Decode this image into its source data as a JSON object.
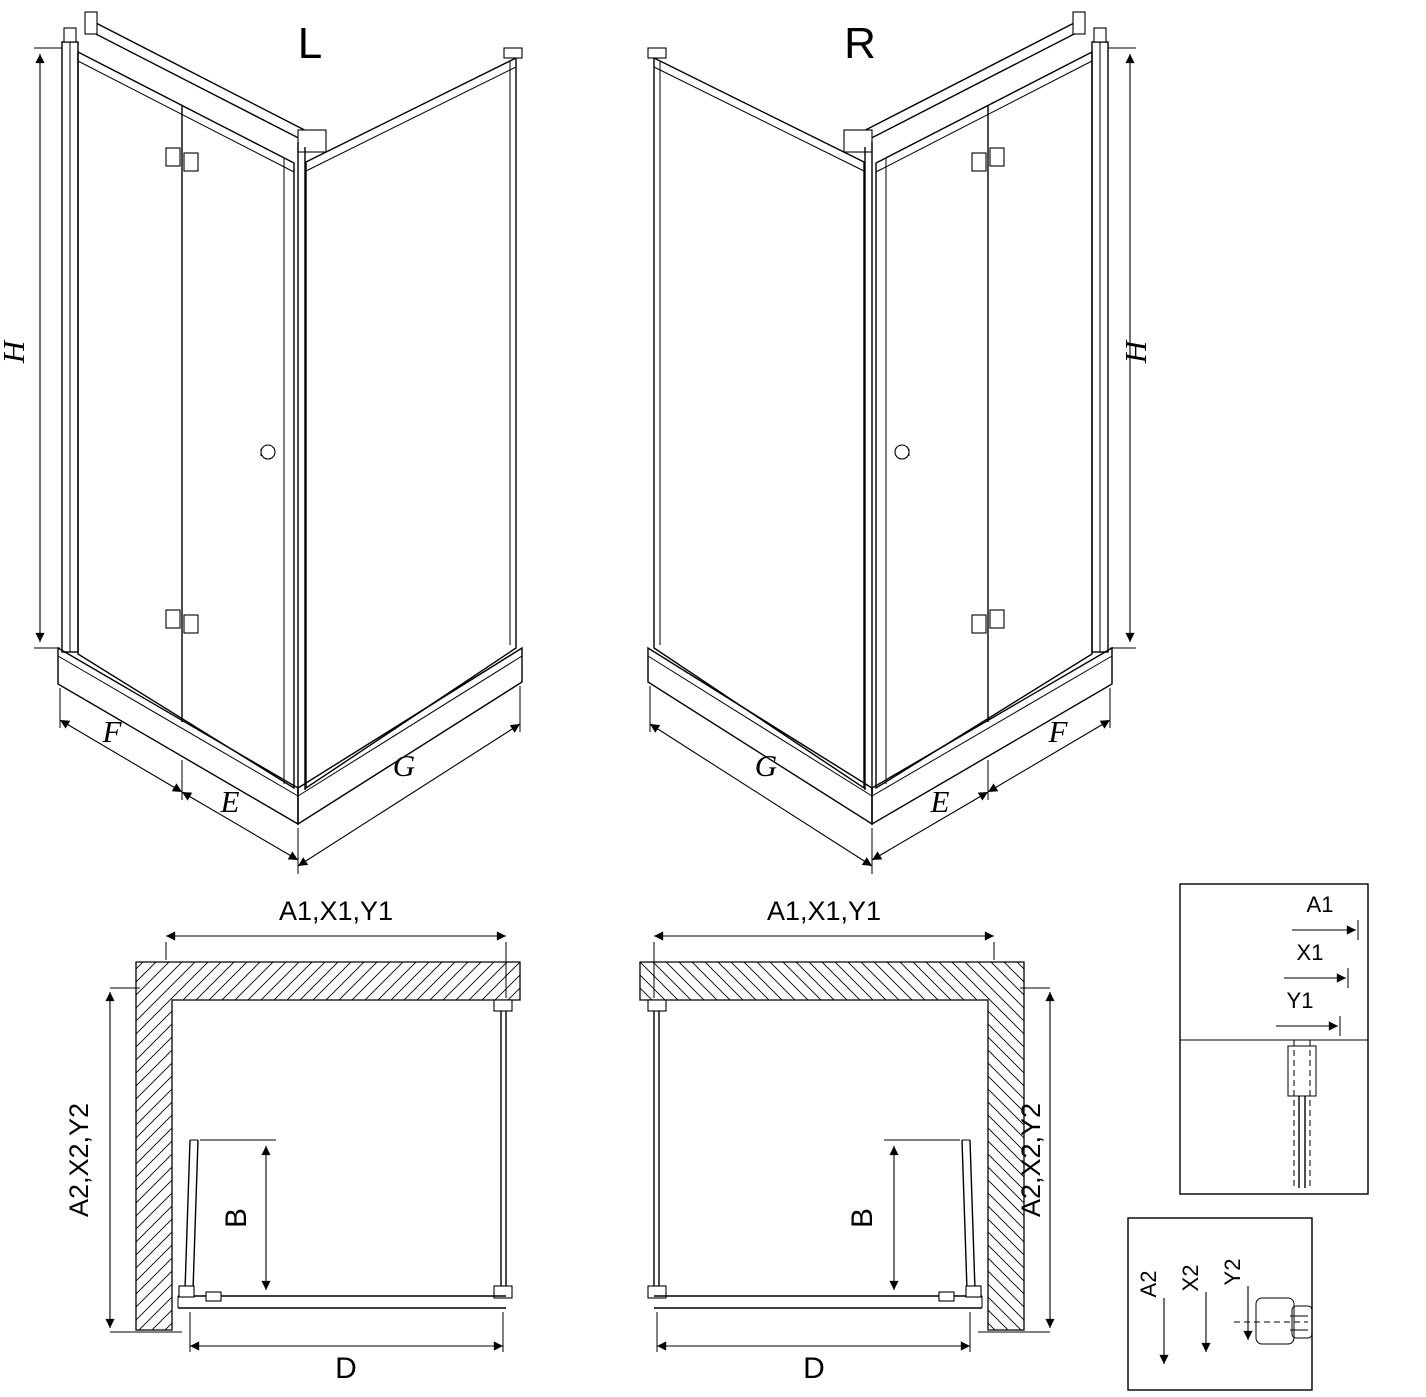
{
  "drawing": {
    "background_color": "#ffffff",
    "line_color": "#000000"
  },
  "iso_left": {
    "title": "L",
    "dim_height": "H",
    "dim_front_outer": "F",
    "dim_front_inner": "E",
    "dim_side": "G"
  },
  "iso_right": {
    "title": "R",
    "dim_height": "H",
    "dim_front_outer": "F",
    "dim_front_inner": "E",
    "dim_side": "G"
  },
  "plan_left": {
    "dim_top": "A1,X1,Y1",
    "dim_side": "A2,X2,Y2",
    "dim_door": "B",
    "dim_width": "D"
  },
  "plan_right": {
    "dim_top": "A1,X1,Y1",
    "dim_side": "A2,X2,Y2",
    "dim_door": "B",
    "dim_width": "D"
  },
  "detail_top": {
    "dim_a": "A1",
    "dim_x": "X1",
    "dim_y": "Y1"
  },
  "detail_bottom": {
    "dim_a": "A2",
    "dim_x": "X2",
    "dim_y": "Y2"
  }
}
